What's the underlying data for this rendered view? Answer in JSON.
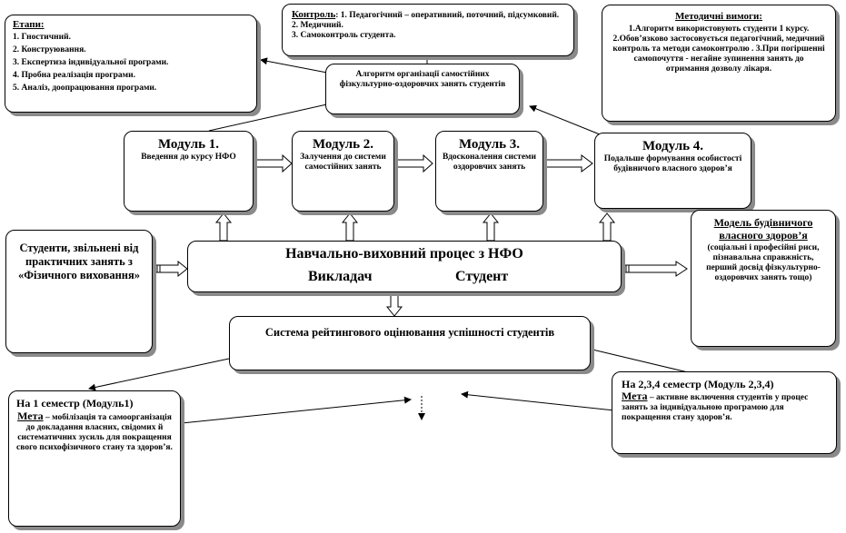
{
  "etapy": {
    "title": "Етапи:",
    "items": [
      "1. Гностичний.",
      "2. Конструювання.",
      "3. Експертиза індивідуальної програми.",
      "4. Пробна реалізація програми.",
      "5. Аналіз, доопрацювання програми."
    ]
  },
  "kontrol": {
    "title": "Контроль",
    "text": ": 1. Педагогічний – оперативний, поточний, підсумковий. 2. Медичний.",
    "line3": "3. Самоконтроль студента."
  },
  "vymogy": {
    "title": "Методичні вимоги:",
    "text": "1.Алгоритм використовують студенти 1 курсу. 2.Обов’язково застосовується педагогічний, медичний контроль та методи самоконтролю . 3.При погіршенні самопочуття - негайне зупинення занять до отримання дозволу лікаря."
  },
  "algorytm": {
    "text": "Алгоритм організації самостійних фізкультурно-оздоровчих занять студентів"
  },
  "moduli": [
    {
      "title": "Модуль 1.",
      "text": "Введення до курсу НФО"
    },
    {
      "title": "Модуль 2.",
      "text": "Залучення до системи самостійних занять"
    },
    {
      "title": "Модуль 3.",
      "text": "Вдосконалення системи оздоровчих занять"
    },
    {
      "title": "Модуль 4.",
      "text": "Подальше формування особистості будівничого власного здоров’я"
    }
  ],
  "studenty": {
    "text": "Студенти, звільнені від практичних занять з «Фізичного виховання»"
  },
  "process": {
    "title": "Навчально-виховний процес з НФО",
    "left": "Викладач",
    "right": "Студент"
  },
  "model": {
    "title": "Модель будівничого власного здоров’я",
    "text": "(соціальні і професійні риси, пізнавальна справжність, перший досвід фізкультурно-оздоровчих занять тощо)"
  },
  "reyting": {
    "text": "Система рейтингового оцінювання успішності студентів"
  },
  "sem1": {
    "title": "На 1 семестр (Модуль1)",
    "meta": "Мета",
    "text": " – мобілізація та самоорганізація до докладання власних, свідомих й систематичних зусиль для покращення свого психофізичного стану та здоров’я."
  },
  "sem234": {
    "title": "На 2,3,4 семестр (Модуль 2,3,4)",
    "meta": "Мета",
    "text": " – активне включення студентів у процес занять за індивідуальною програмою для покращення стану здоров’я."
  }
}
